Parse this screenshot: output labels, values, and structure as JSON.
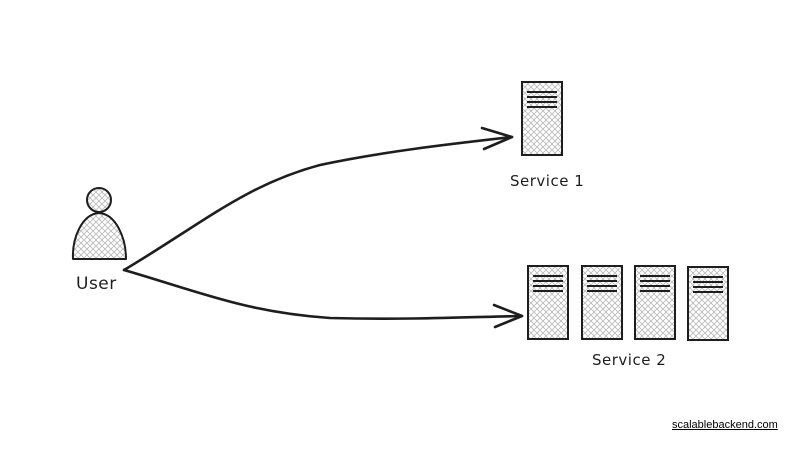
{
  "nodes": {
    "user": {
      "label": "User"
    },
    "service1": {
      "label": "Service 1",
      "server_count": 1
    },
    "service2": {
      "label": "Service 2",
      "server_count": 4
    }
  },
  "edges": [
    {
      "from": "User",
      "to": "Service 1"
    },
    {
      "from": "User",
      "to": "Service 2"
    }
  ],
  "footer": {
    "link_text": "scalablebackend.com"
  },
  "colors": {
    "stroke": "#1e1e1e",
    "hatch": "#b8b8b8",
    "background": "#ffffff"
  }
}
